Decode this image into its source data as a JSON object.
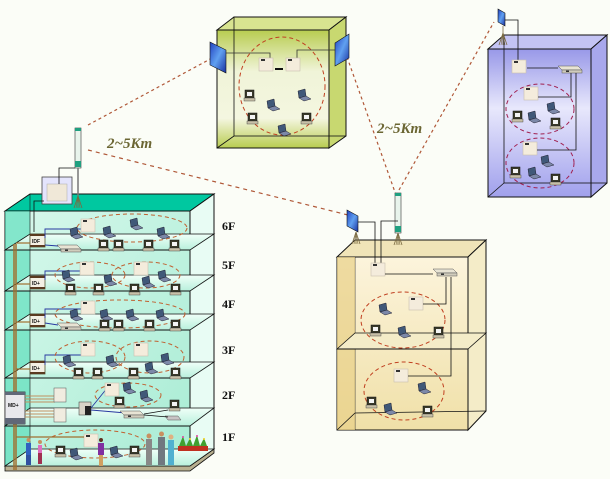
{
  "diagram": {
    "title": "Multi-building wireless LAN topology",
    "links": [
      {
        "id": "link-main-to-green",
        "label": "2~5Km"
      },
      {
        "id": "link-yellow-to-blue",
        "label": "2~5Km"
      }
    ],
    "main_building": {
      "floors": [
        "6F",
        "5F",
        "4F",
        "3F",
        "2F",
        "1F"
      ],
      "floor_switch_labels": [
        "IDF",
        "ID+",
        "ID+",
        "ID+"
      ],
      "main_cabinet_label": "MD+"
    },
    "colors": {
      "main_building": "#00c8a0",
      "green_building": "#c8d870",
      "blue_building": "#a8a8f0",
      "yellow_building": "#e8d898",
      "link_dash": "#b05838",
      "coverage_dash": "#c04020",
      "text_label": "#6b6633"
    }
  }
}
